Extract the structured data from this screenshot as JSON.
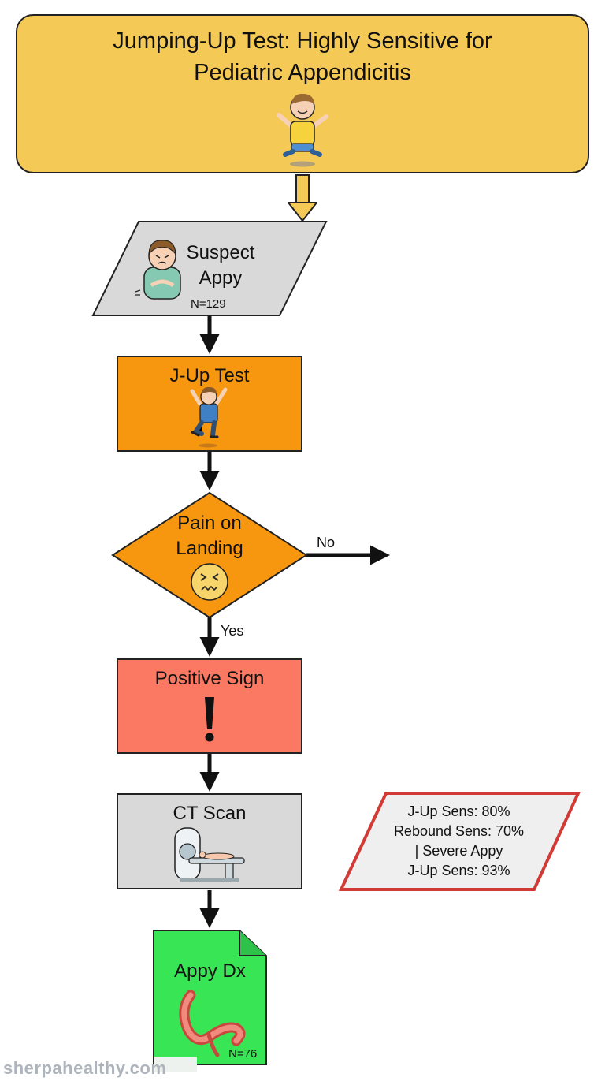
{
  "title": {
    "line1": "Jumping-Up Test: Highly Sensitive for",
    "line2": "Pediatric Appendicitis",
    "icon": "jumping-child-icon"
  },
  "nodes": {
    "suspect": {
      "line1": "Suspect",
      "line2": "Appy",
      "count": "N=129",
      "icon": "child-stomach-pain-icon",
      "color": "#d9d9d9"
    },
    "jup_test": {
      "label": "J-Up Test",
      "icon": "jumping-child-icon",
      "color": "#f7960f"
    },
    "pain": {
      "line1": "Pain on",
      "line2": "Landing",
      "icon": "pained-face-icon",
      "color": "#f7960f"
    },
    "positive": {
      "label": "Positive Sign",
      "icon": "exclamation-icon",
      "color": "#fb7862"
    },
    "ct": {
      "label": "CT Scan",
      "icon": "ct-scanner-icon",
      "color": "#d9d9d9"
    },
    "dx": {
      "label": "Appy Dx",
      "count": "N=76",
      "icon": "appendix-icon",
      "color": "#38e554"
    }
  },
  "edges": {
    "no_label": "No",
    "yes_label": "Yes"
  },
  "stats": {
    "line1": "J-Up Sens: 80%",
    "line2": "Rebound Sens: 70%",
    "line3": "| Severe Appy",
    "line4": "J-Up Sens: 93%",
    "border_color": "#d23b35"
  },
  "watermark": "sherpahealthy.com"
}
